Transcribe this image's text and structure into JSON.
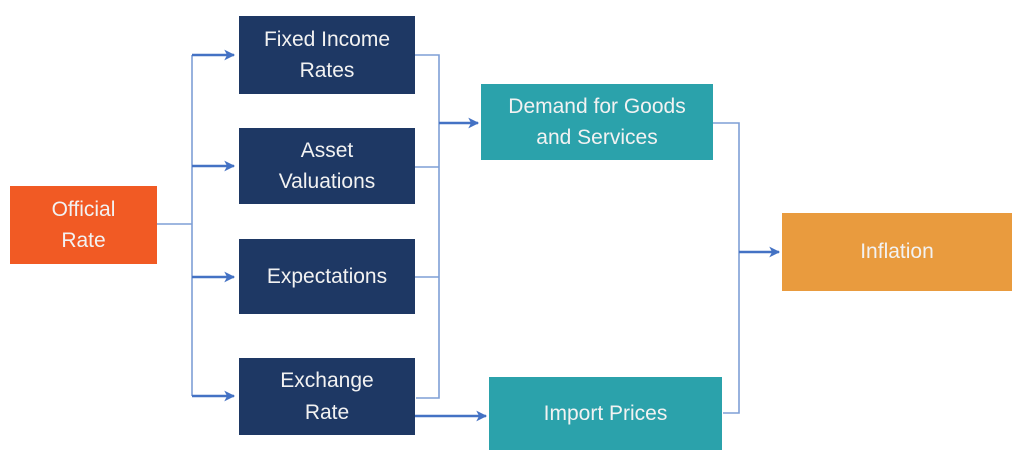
{
  "diagram": {
    "background": "#FFFFFF",
    "colors": {
      "node_text": "#F2F2F2",
      "connector": "#4472C4",
      "connector_light": "#7E9FD6",
      "orange": "#F15A24",
      "navy": "#1E3864",
      "teal": "#2BA2AB",
      "amber": "#E99B3E"
    },
    "nodes": {
      "official_rate": {
        "label": "Official\nRate",
        "color": "#F15A24"
      },
      "fixed_income_rates": {
        "label": "Fixed Income\nRates",
        "color": "#1E3864"
      },
      "asset_valuations": {
        "label": "Asset\nValuations",
        "color": "#1E3864"
      },
      "expectations": {
        "label": "Expectations",
        "color": "#1E3864"
      },
      "exchange_rate": {
        "label": "Exchange\nRate",
        "color": "#1E3864"
      },
      "demand_goods_services": {
        "label": "Demand for Goods\nand Services",
        "color": "#2BA2AB"
      },
      "import_prices": {
        "label": "Import Prices",
        "color": "#2BA2AB"
      },
      "inflation": {
        "label": "Inflation",
        "color": "#E99B3E"
      }
    },
    "edges": [
      {
        "from": "official_rate",
        "to": "fixed_income_rates"
      },
      {
        "from": "official_rate",
        "to": "asset_valuations"
      },
      {
        "from": "official_rate",
        "to": "expectations"
      },
      {
        "from": "official_rate",
        "to": "exchange_rate"
      },
      {
        "from": "fixed_income_rates",
        "to": "demand_goods_services"
      },
      {
        "from": "asset_valuations",
        "to": "demand_goods_services"
      },
      {
        "from": "expectations",
        "to": "demand_goods_services"
      },
      {
        "from": "exchange_rate",
        "to": "demand_goods_services"
      },
      {
        "from": "exchange_rate",
        "to": "import_prices"
      },
      {
        "from": "demand_goods_services",
        "to": "inflation"
      },
      {
        "from": "import_prices",
        "to": "inflation"
      }
    ]
  }
}
